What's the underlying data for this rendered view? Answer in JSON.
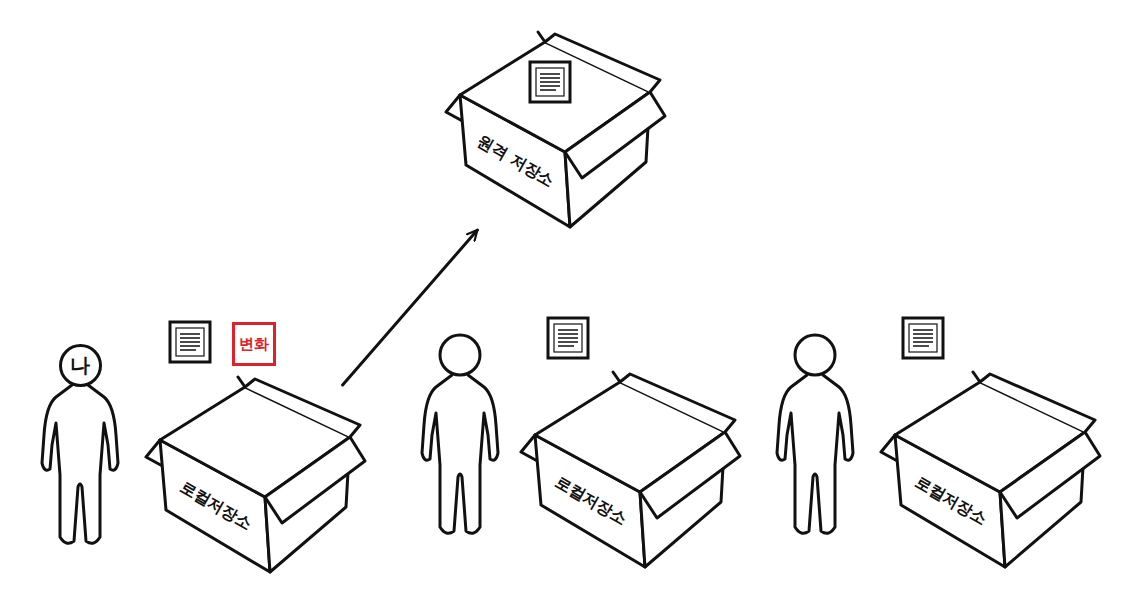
{
  "diagram": {
    "nodes": [
      {
        "text": [
          "원격 저장소"
        ]
      },
      {
        "text": [
          "나"
        ]
      },
      {
        "text": [
          "변화"
        ]
      },
      {
        "text": [
          "로컬저장소"
        ]
      },
      {
        "text": [
          "로컬저장소"
        ]
      },
      {
        "text": [
          "로컬저장소"
        ]
      }
    ],
    "edges": [
      {
        "from": 3,
        "to": 0,
        "arrow": "to"
      }
    ]
  }
}
